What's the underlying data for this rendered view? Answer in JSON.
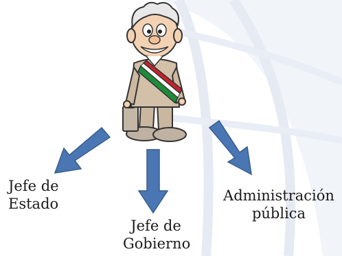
{
  "nodes": {
    "left": {
      "line1": "Jefe de",
      "line2": "Estado"
    },
    "center": {
      "line1": "Jefe de",
      "line2": "Gobierno"
    },
    "right": {
      "line1": "Administración",
      "line2": "pública"
    }
  },
  "figure": {
    "icon": "president-with-sash-illustration"
  },
  "colors": {
    "arrow_fill": "#4a77b4",
    "arrow_stroke": "#385d8a",
    "sash_green": "#1e8a3a",
    "sash_white": "#ffffff",
    "sash_red": "#c8202e",
    "background_motif": "#eef1f7"
  }
}
